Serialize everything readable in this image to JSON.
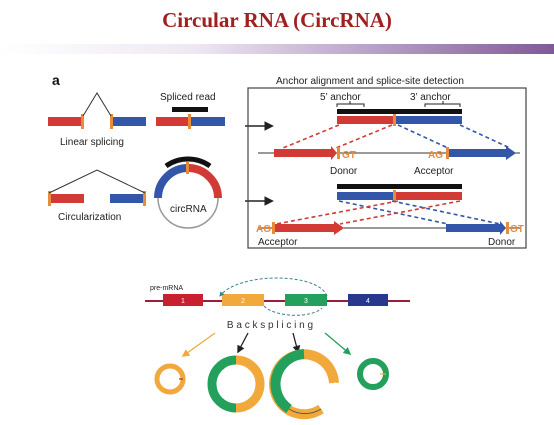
{
  "page_title": "Circular RNA (CircRNA)",
  "panel_a": {
    "panel_letter": "a",
    "linear_splicing": "Linear splicing",
    "circularization": "Circularization",
    "spliced_read": "Spliced read",
    "circrna": "circRNA",
    "box_title": "Anchor alignment and splice-site detection",
    "anchor_5": "5’ anchor",
    "anchor_3": "3’ anchor",
    "gt": "GT",
    "ag": "AG",
    "donor": "Donor",
    "acceptor": "Acceptor"
  },
  "panel_b": {
    "pre_mrna": "pre-mRNA",
    "exon_labels": [
      "1",
      "2",
      "3",
      "4"
    ],
    "backsplicing": "B a c k s p l i c i n g"
  },
  "colors": {
    "red": "#d23a35",
    "blue": "#3456a8",
    "orange": "#e98c3a",
    "exon1": "#c8202e",
    "exon2": "#f2a93b",
    "exon3": "#22a05c",
    "exon4": "#28388e",
    "title": "#a02020"
  }
}
